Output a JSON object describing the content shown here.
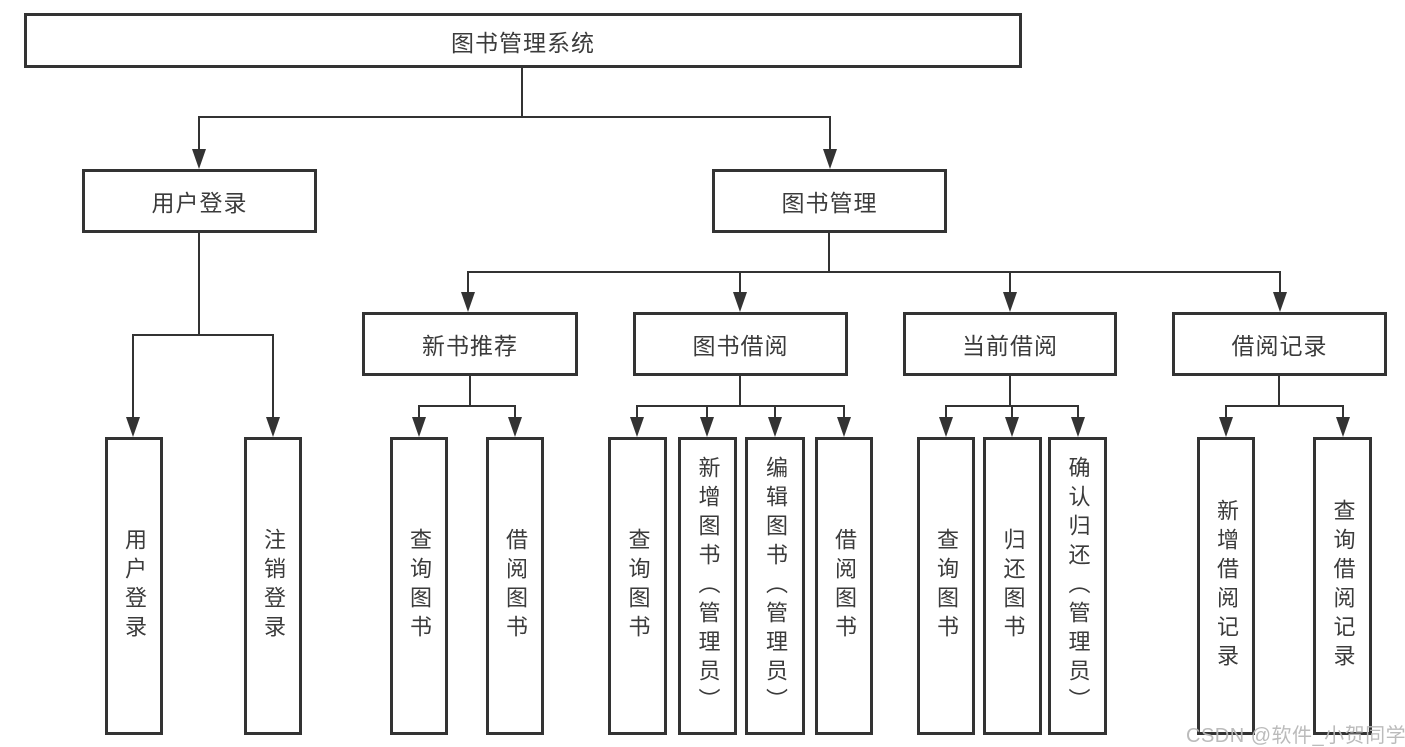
{
  "nodes": {
    "root": "图书管理系统",
    "level2": [
      "用户登录",
      "图书管理"
    ],
    "level3": [
      "新书推荐",
      "图书借阅",
      "当前借阅",
      "借阅记录"
    ],
    "leaves": {
      "login": [
        "用户登录",
        "注销登录"
      ],
      "recommend": [
        "查询图书",
        "借阅图书"
      ],
      "borrow": [
        "查询图书",
        "新增图书（管理员）",
        "编辑图书（管理员）",
        "借阅图书"
      ],
      "current": [
        "查询图书",
        "归还图书",
        "确认归还（管理员）"
      ],
      "records": [
        "新增借阅记录",
        "查询借阅记录"
      ]
    }
  },
  "watermark": "CSDN @软件_小贺同学",
  "colors": {
    "line": "#333333",
    "text": "#3b3b3b",
    "watermark": "#b8b8b8",
    "background": "#ffffff"
  }
}
